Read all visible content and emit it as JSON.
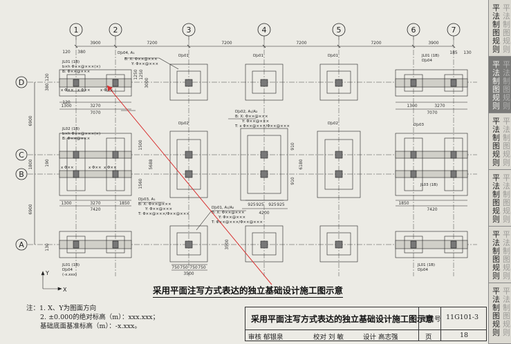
{
  "axes_top": [
    "1",
    "2",
    "3",
    "4",
    "5",
    "6",
    "7"
  ],
  "axes_left": [
    "D",
    "C",
    "B",
    "A"
  ],
  "top_dims": [
    "3900",
    "7200",
    "7200",
    "7200",
    "7200",
    "3900"
  ],
  "small_dims": {
    "d120": "120",
    "d380": "380",
    "d1300": "1300",
    "d3270": "3270",
    "d1850": "1850",
    "d7070": "7070",
    "d7420": "7420",
    "d925a": "925",
    "d925b": "925",
    "d925c": "925",
    "d925d": "925",
    "d4200": "4200",
    "d750a": "750",
    "d750b": "750",
    "d750c": "750",
    "d750d": "750",
    "d3500": "3500",
    "d6900": "6900",
    "d1800": "1800",
    "d6900b": "6900",
    "d3000": "3000",
    "d5688": "5688",
    "d6180": "6180",
    "d3500v": "3500",
    "d1250a": "1250",
    "d1250b": "1250",
    "d1500a": "1500",
    "d1560": "1560",
    "d910a": "910",
    "d910b": "910",
    "d190": "190",
    "d380v": "380",
    "d120v": "120",
    "d130": "130",
    "d1300r": "1300",
    "d3270r": "3270",
    "d7070r": "7070",
    "d1850r": "1850",
    "d7420r": "7420",
    "d3900r": "3900",
    "d185": "185",
    "d130r": "130",
    "d120b": "120"
  },
  "labels": {
    "dj01_a": "DJ₂01",
    "dj01_b": "DJ₂01",
    "dj01_c": "DJ₂01",
    "dj02_a": "DJ₂02",
    "dj02_b": "DJ₂02",
    "dj03": "DJ₂03",
    "dj04_r": "DJ₂04",
    "jl01_top": "JL01 (1B)",
    "jl01_top2": "b×h  Φ××@×××(×)",
    "jl01_top3": "B: Φ××@×××",
    "jl02": "JL02 (1B)",
    "jl02_2": "b×h  Φ××@×××(×)",
    "jl02_3": "B: Φ××@×××",
    "dj04_lead": "DJ₂04, A₁",
    "dj04_lead2": "B: X: Φ××@×××",
    "dj04_lead3": "Y: Φ××@×××",
    "dj02_lead": "DJ₂02, A₁/A₂",
    "dj02_lead2": "B: X: Φ××@×××",
    "dj02_lead3": "Y: Φ××@×××",
    "dj02_lead4": "T: x Φ××@×××/Φ××@×××",
    "dj03_lead": "DJ₂03, A₁",
    "dj03_lead2": "B: X: Φ××@×××",
    "dj03_lead3": "Y: Φ××@×××",
    "dj03_lead4": "T: Φ××@×××/Φ××@×××",
    "dj01_lead": "DJ₂01, A₁/A₂",
    "dj01_lead2": "B: X: Φ××@×××",
    "dj01_lead3": "Y: Φ××@×××",
    "dj01_lead4": "T: Φ××@×××/Φ××@×××",
    "jl01_bot": "JL01 (1B)",
    "dj04_bot": "DJ₂04",
    "jl01_bot2": "(-x.xxx)",
    "jl03_r": "JL03 (1B)",
    "jl01_rb": "JL01 (1B)",
    "dj04_rb": "DJ₂04",
    "xx1": "x Φ××",
    "xx2": "x Φ××",
    "xx3": "x Φ××",
    "xx4": "x Φ××",
    "xx5": "x Φ××",
    "xx6": "x Φ××",
    "axis_x": "X",
    "axis_y": "Y"
  },
  "caption": "采用平面注写方式表达的独立基础设计施工图示意",
  "notes": {
    "n1": "注：1. X、Y为图面方向",
    "n2": "2. ±0.000的绝对标高（m）：xxx.xxx；",
    "n3": "基础底面基准标高（m）：-x.xxx。"
  },
  "title_block": {
    "title": "采用平面注写方式表达的独立基础设计施工图示意",
    "atlas_label": "图集号",
    "atlas_no": "11G101-3",
    "review_label": "审核",
    "reviewer": "郁银泉",
    "check_label": "校对",
    "checker": "刘 敏",
    "design_label": "设计",
    "designer": "高志强",
    "page_label": "页",
    "page_no": "18"
  },
  "side_tabs": [
    {
      "text": "平法制图规则",
      "ghost": "平法制图规则",
      "dark": false
    },
    {
      "text": "平法制图规则",
      "ghost": "平法制图规则",
      "dark": true
    },
    {
      "text": "平法制图规则",
      "ghost": "平法制图规则",
      "dark": false
    },
    {
      "text": "平法制图规则",
      "ghost": "平法制图规则",
      "dark": false
    },
    {
      "text": "平法制图规则",
      "ghost": "平法制图规则",
      "dark": false
    },
    {
      "text": "平法制图规则",
      "ghost": "平法制图规则",
      "dark": false
    }
  ],
  "colors": {
    "paper": "#ecebe5",
    "ink": "#222222",
    "annotation_arrow": "#d83030"
  }
}
